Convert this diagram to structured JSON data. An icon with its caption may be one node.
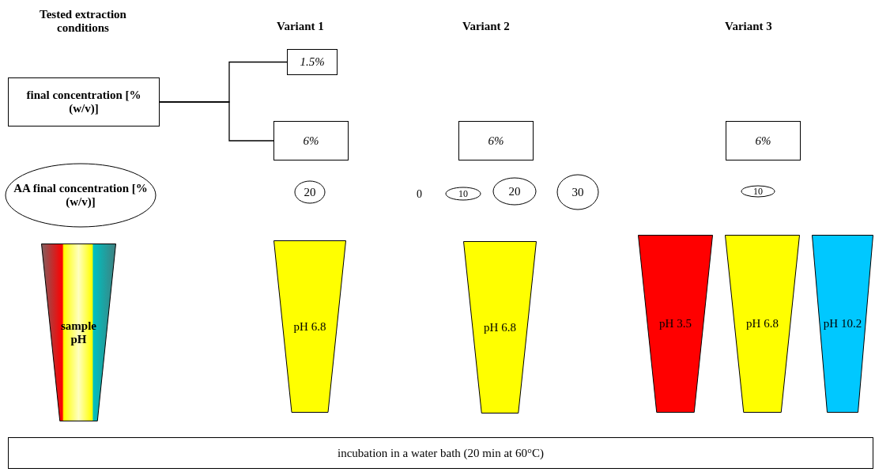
{
  "diagram": {
    "nodes": [
      {
        "text": [
          "final concentration [% (w/v)]"
        ]
      },
      {
        "text": [
          "1.5%"
        ]
      },
      {
        "text": [
          "6%"
        ]
      },
      {
        "text": [
          "6%"
        ]
      },
      {
        "text": [
          "6%"
        ]
      },
      {
        "text": [
          "AA final concentration [% (w/v)]"
        ]
      },
      {
        "text": [
          "20"
        ]
      },
      {
        "text": [
          "10"
        ]
      },
      {
        "text": [
          "20"
        ]
      },
      {
        "text": [
          "30"
        ]
      },
      {
        "text": [
          "10"
        ]
      },
      {
        "text": [
          "sample pH"
        ]
      },
      {
        "text": [
          "pH 6.8"
        ]
      },
      {
        "text": [
          "pH 6.8"
        ]
      },
      {
        "text": [
          "pH 3.5"
        ]
      },
      {
        "text": [
          "pH 6.8"
        ]
      },
      {
        "text": [
          "pH 10.2"
        ]
      },
      {
        "text": [
          "incubation in a water bath (20 min at 60°C)"
        ]
      }
    ],
    "edges": [
      {
        "from": 0,
        "to": 1,
        "arrow": "none"
      },
      {
        "from": 0,
        "to": 2,
        "arrow": "none"
      }
    ],
    "labels": [
      "Tested extraction conditions",
      "Variant 1",
      "Variant 2",
      "Variant 3",
      "0"
    ]
  }
}
